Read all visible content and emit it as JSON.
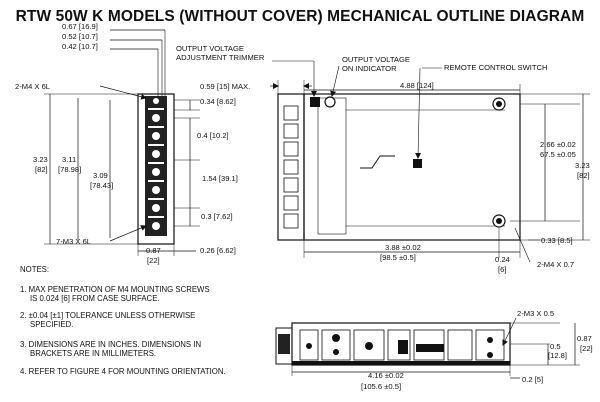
{
  "title": "RTW 50W K MODELS (WITHOUT COVER) MECHANICAL OUTLINE DIAGRAM",
  "left_view": {
    "dims_top": [
      "0.67 [16.9]",
      "0.52 [10.7]",
      "0.42 [10.7]"
    ],
    "screw_top": "2-M4 X 6L",
    "screw_bottom": "7-M3 X 6L",
    "h1a": "3.23",
    "h1b": "[82]",
    "h2a": "3.11",
    "h2b": "[78.98]",
    "h3a": "3.09",
    "h3b": "[78.43]",
    "r1": "0.34 [8.62]",
    "r2": "0.4 [10.2]",
    "r3": "1.54 [39.1]",
    "r4": "0.3 [7.62]",
    "w_a": "0.87",
    "w_b": "[22]",
    "r5": "0.26 [6.62]"
  },
  "center_view": {
    "trimmer_a": "OUTPUT VOLTAGE",
    "trimmer_b": "ADJUSTMENT TRIMMER",
    "indicator_a": "OUTPUT VOLTAGE",
    "indicator_b": "ON INDICATOR",
    "remote": "REMOTE CONTROL SWITCH",
    "max": "0.59 [15] MAX.",
    "w_top": "4.88 [124]",
    "r1a": "2.66 ±0.02",
    "r1b": "67.5 ±0.05",
    "r2a": "3.23",
    "r2b": "[82]",
    "b1a": "3.88 ±0.02",
    "b1b": "[98.5 ±0.5]",
    "b2a": "0.24",
    "b2b": "[6]",
    "b3": "0.33 [8.5]",
    "b4": "2-M4 X 0.7"
  },
  "bottom_view": {
    "screw": "2-M3 X 0.5",
    "ra": "0.87",
    "rb": "[22]",
    "r2a": "0.5",
    "r2b": "[12.8]",
    "ba": "4.16 ±0.02",
    "bb": "[105.6 ±0.5]",
    "br": "0.2 [5]"
  },
  "notes": {
    "heading": "NOTES:",
    "n1a": "1. MAX PENETRATION OF M4 MOUNTING SCREWS",
    "n1b": "IS 0.024 [6] FROM CASE SURFACE.",
    "n2a": "2. ±0.04 [±1]  TOLERANCE UNLESS OTHERWISE",
    "n2b": "SPECIFIED.",
    "n3a": "3. DIMENSIONS ARE IN INCHES. DIMENSIONS IN",
    "n3b": "BRACKETS ARE IN MILLIMETERS.",
    "n4": "4.  REFER TO FIGURE 4 FOR MOUNTING ORIENTATION."
  }
}
